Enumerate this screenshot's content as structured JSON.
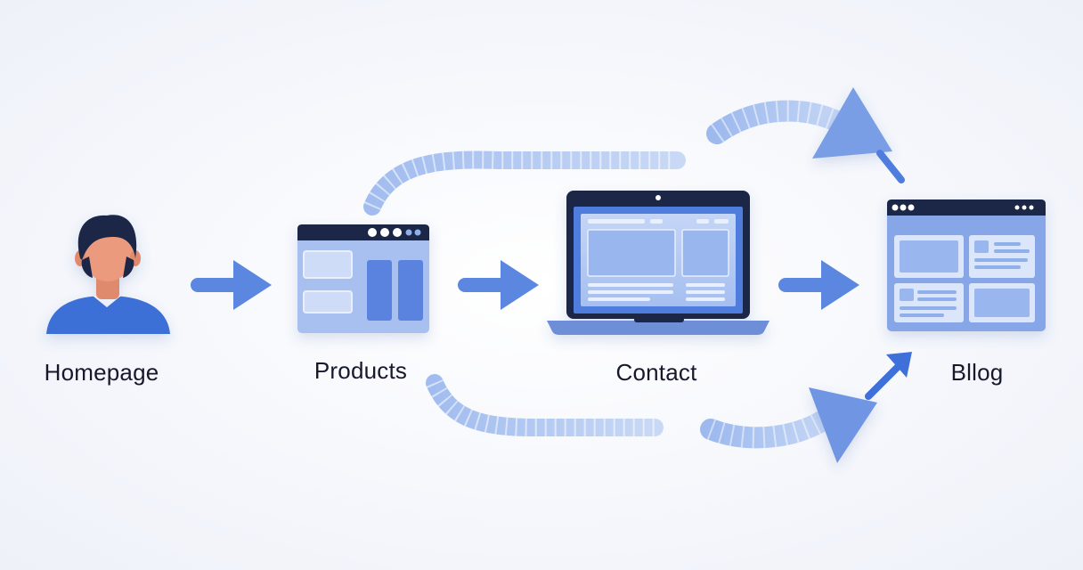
{
  "nodes": [
    {
      "id": "homepage",
      "label": "Homepage",
      "icon": "user-avatar-icon"
    },
    {
      "id": "products",
      "label": "Products",
      "icon": "browser-window-icon"
    },
    {
      "id": "contact",
      "label": "Contact",
      "icon": "laptop-icon"
    },
    {
      "id": "blog",
      "label": "Bllog",
      "icon": "browser-grid-icon"
    }
  ],
  "edges": [
    {
      "from": "homepage",
      "to": "products",
      "style": "straight"
    },
    {
      "from": "products",
      "to": "contact",
      "style": "straight"
    },
    {
      "from": "contact",
      "to": "blog",
      "style": "straight"
    },
    {
      "from": "products",
      "to": "blog",
      "style": "curved-top"
    },
    {
      "from": "products",
      "to": "blog",
      "style": "curved-bottom"
    }
  ],
  "colors": {
    "accent": "#4a78dd",
    "arrow": "#5b87e0",
    "arrow_light": "#8fb0ea",
    "dark": "#1c2547",
    "panel": "#a9c1ef",
    "panel_dark": "#5a83df",
    "skin": "#e8967a",
    "text": "#15192b"
  }
}
